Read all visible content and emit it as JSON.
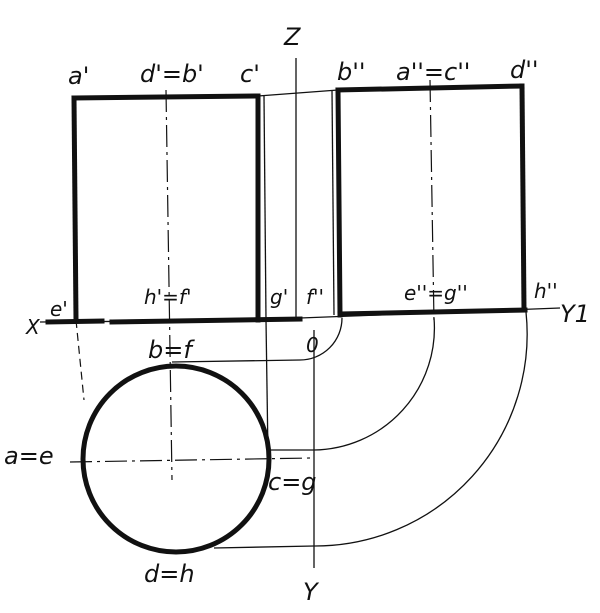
{
  "axes": {
    "z": "Z",
    "x": "X",
    "y1": "Y1",
    "y": "Y",
    "origin": "0"
  },
  "front_view": {
    "top_labels": [
      "a'",
      "d'=b'",
      "c'"
    ],
    "bottom_labels": [
      "e'",
      "h'=f'",
      "g'"
    ]
  },
  "side_view": {
    "top_labels": [
      "b''",
      "a''=c''",
      "d''"
    ],
    "bottom_labels": [
      "f''",
      "e''=g''",
      "h''"
    ]
  },
  "top_view": {
    "labels": [
      "b=f",
      "a=e",
      "c=g",
      "d=h"
    ]
  }
}
